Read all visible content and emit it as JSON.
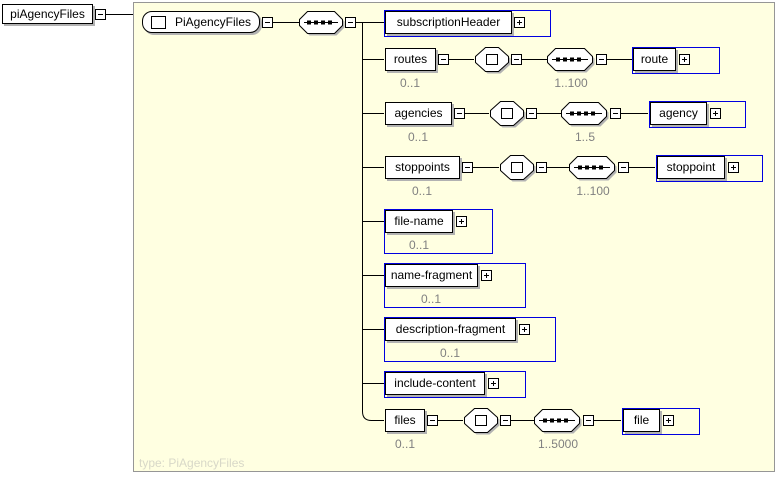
{
  "root_element": {
    "label": "piAgencyFiles"
  },
  "definition": {
    "label": "PiAgencyFiles",
    "watermark": "type: PiAgencyFiles"
  },
  "children": [
    {
      "label": "subscriptionHeader"
    },
    {
      "label": "routes",
      "cardinality": "0..1",
      "occurrence": "1..100",
      "child": {
        "label": "route"
      }
    },
    {
      "label": "agencies",
      "cardinality": "0..1",
      "occurrence": "1..5",
      "child": {
        "label": "agency"
      }
    },
    {
      "label": "stoppoints",
      "cardinality": "0..1",
      "occurrence": "1..100",
      "child": {
        "label": "stoppoint"
      }
    },
    {
      "label": "file-name",
      "cardinality": "0..1"
    },
    {
      "label": "name-fragment",
      "cardinality": "0..1"
    },
    {
      "label": "description-fragment",
      "cardinality": "0..1"
    },
    {
      "label": "include-content"
    },
    {
      "label": "files",
      "cardinality": "0..1",
      "occurrence": "1..5000",
      "child": {
        "label": "file"
      }
    }
  ],
  "colors": {
    "canvas": "#ffffe1",
    "canvas-border": "#969696",
    "frame": "#0000e0",
    "line": "#000000",
    "shadow": "#b2b2b2",
    "muted": "#808080",
    "watermark": "#d8d8c8"
  }
}
